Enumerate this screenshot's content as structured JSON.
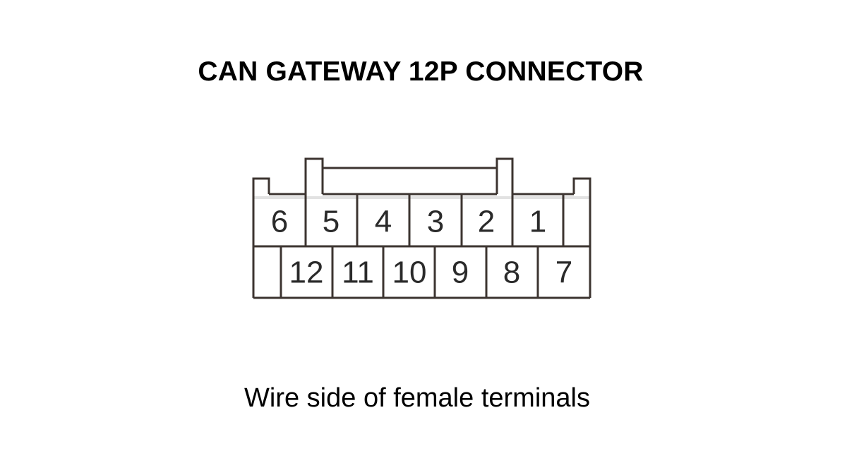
{
  "diagram": {
    "title": "CAN GATEWAY 12P CONNECTOR",
    "caption": "Wire side of female terminals",
    "line_color": "#3c3430",
    "cell_bg_color": "#f2f2f2",
    "top_row_terminals": [
      "6",
      "5",
      "4",
      "3",
      "2",
      "1"
    ],
    "bottom_row_terminals": [
      "12",
      "11",
      "10",
      "9",
      "8",
      "7"
    ]
  }
}
